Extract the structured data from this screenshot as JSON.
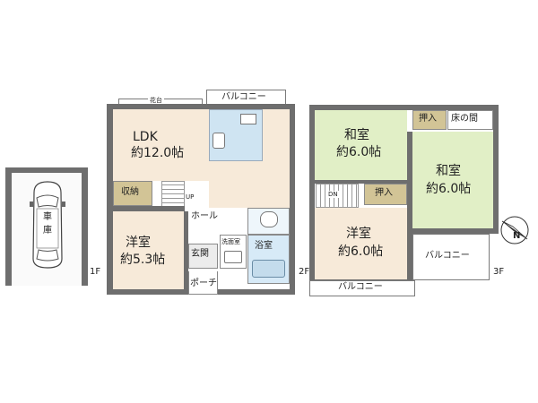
{
  "garage": {
    "label_line1": "車",
    "label_line2": "庫",
    "floor_tag": "1F"
  },
  "floor2": {
    "flower_bed": "花台",
    "balcony": "バルコニー",
    "ldk_name": "LDK",
    "ldk_size": "約12.0帖",
    "storage": "収納",
    "up": "UP",
    "hall": "ホール",
    "yoshitsu_name": "洋室",
    "yoshitsu_size": "約5.3帖",
    "entrance": "玄関",
    "washroom": "洗面室",
    "bathroom": "浴室",
    "porch": "ポーチ",
    "floor_tag": "2F"
  },
  "floor3": {
    "washitsu1_name": "和室",
    "washitsu1_size": "約6.0帖",
    "oshiire1": "押入",
    "tokonoma": "床の間",
    "washitsu2_name": "和室",
    "washitsu2_size": "約6.0帖",
    "dn": "DN",
    "oshiire2": "押入",
    "yoshitsu_name": "洋室",
    "yoshitsu_size": "約6.0帖",
    "balcony_right": "バルコニー",
    "balcony_bottom": "バルコニー",
    "floor_tag": "3F"
  },
  "compass": {
    "label": "N",
    "icon": "compass-north-icon"
  }
}
